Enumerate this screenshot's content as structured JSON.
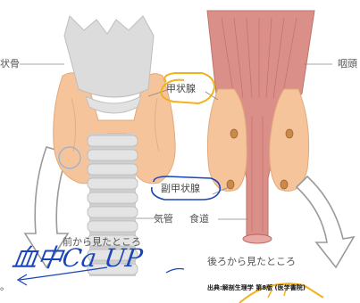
{
  "labels": {
    "thyroid_cartilage_partial": "状骨",
    "thyroid": "甲状腺",
    "parathyroid": "副甲状腺",
    "trachea": "気管",
    "esophagus": "食道",
    "pharynx_partial": "咽頭",
    "front_view_partial": "前から見たところ",
    "back_view": "後ろから見たところ",
    "dot": "。",
    "source": "出典:解剖生理学 第8版 (医学書院)"
  },
  "handwriting": {
    "note": "血中Ca UP"
  },
  "colors": {
    "thyroid": "#f6c49a",
    "cartilage": "#d7d7d7",
    "pharynx": "#d98b86",
    "parathyroid": "#c98a4a",
    "yellow_ink": "#f2b21a",
    "blue_ink": "#1a45b8"
  }
}
